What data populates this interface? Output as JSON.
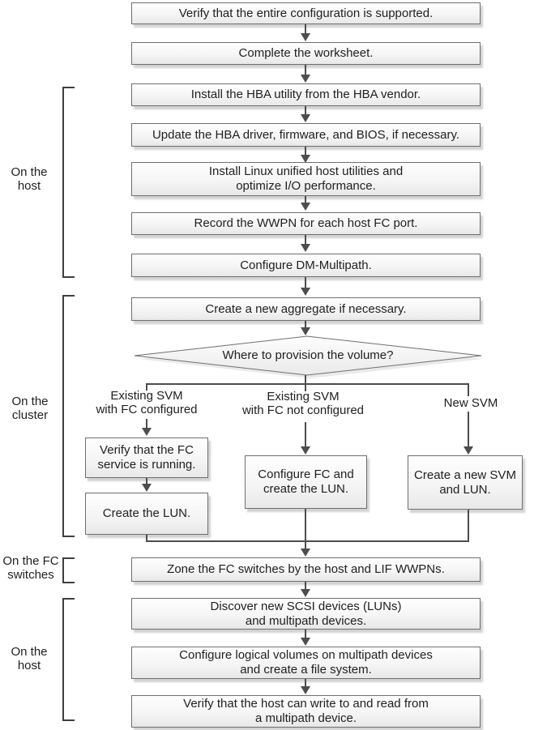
{
  "appearance": {
    "connector_color": "#4d4d4d",
    "bracket_color": "#3f3f3f",
    "box_border_color": "#6f6f6f",
    "box_fill_top": "#fefefe",
    "box_fill_bottom": "#e8e8e8",
    "text_color": "#1f1f1f",
    "background": "#ffffff"
  },
  "section_labels": {
    "host_top": {
      "lines": [
        "On the",
        "host"
      ]
    },
    "cluster": {
      "lines": [
        "On the",
        "cluster"
      ]
    },
    "fc_switches": {
      "lines": [
        "On the FC",
        "switches"
      ]
    },
    "host_bottom": {
      "lines": [
        "On the",
        "host"
      ]
    }
  },
  "steps": {
    "verify_supported": {
      "lines": [
        "Verify that the entire configuration is supported."
      ]
    },
    "complete_worksheet": {
      "lines": [
        "Complete the worksheet."
      ]
    },
    "install_hba_utility": {
      "lines": [
        "Install the HBA utility from the HBA vendor."
      ]
    },
    "update_hba": {
      "lines": [
        "Update the HBA driver, firmware, and BIOS, if necessary."
      ]
    },
    "install_host_utilities": {
      "lines": [
        "Install Linux unified host utilities and",
        "optimize I/O performance."
      ]
    },
    "record_wwpn": {
      "lines": [
        "Record the WWPN for each host FC port."
      ]
    },
    "configure_dm_multipath": {
      "lines": [
        "Configure DM-Multipath."
      ]
    },
    "create_aggregate": {
      "lines": [
        "Create a new aggregate if necessary."
      ]
    },
    "verify_fc_service": {
      "lines": [
        "Verify that the FC",
        "service is running."
      ]
    },
    "create_lun": {
      "lines": [
        "Create the LUN."
      ]
    },
    "configure_fc_create_lun": {
      "lines": [
        "Configure FC and",
        "create the LUN."
      ]
    },
    "create_svm_lun": {
      "lines": [
        "Create a new SVM",
        "and LUN."
      ]
    },
    "zone_switches": {
      "lines": [
        "Zone the FC switches by the host and LIF WWPNs."
      ]
    },
    "discover_devices": {
      "lines": [
        "Discover new SCSI devices (LUNs)",
        "and multipath devices."
      ]
    },
    "configure_volumes": {
      "lines": [
        "Configure logical volumes on multipath devices",
        "and create a file system."
      ]
    },
    "verify_write_read": {
      "lines": [
        "Verify that the host can write to and read from",
        "a multipath device."
      ]
    }
  },
  "decision": {
    "question": "Where to provision the volume?"
  },
  "branch_labels": {
    "existing_svm_fc": {
      "lines": [
        "Existing SVM",
        "with FC configured"
      ]
    },
    "existing_svm_no_fc": {
      "lines": [
        "Existing SVM",
        "with FC not configured"
      ]
    },
    "new_svm": {
      "lines": [
        "New SVM"
      ]
    }
  }
}
